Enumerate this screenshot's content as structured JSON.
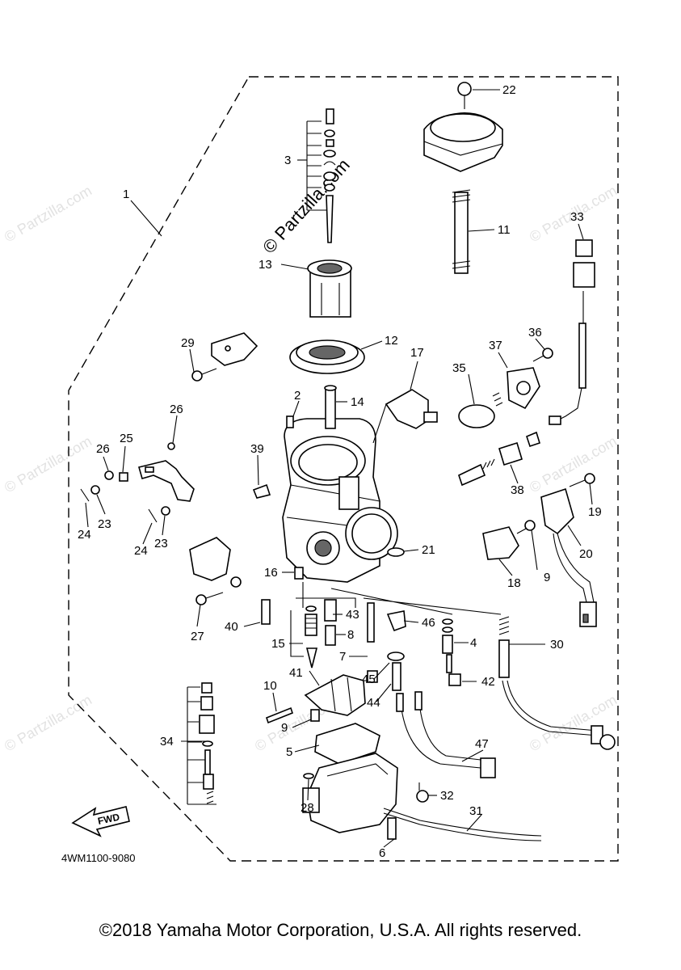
{
  "diagram_code": "4WM1100-9080",
  "copyright": "©2018 Yamaha Motor Corporation, U.S.A. All rights reserved.",
  "watermark_main": "© Partzilla.com",
  "watermark_faint": "© Partzilla.com",
  "fwd_label": "FWD",
  "callouts": [
    "1",
    "2",
    "3",
    "4",
    "5",
    "6",
    "7",
    "8",
    "9",
    "9",
    "10",
    "11",
    "12",
    "13",
    "14",
    "15",
    "16",
    "17",
    "18",
    "19",
    "20",
    "21",
    "22",
    "23",
    "23",
    "24",
    "24",
    "25",
    "26",
    "26",
    "27",
    "28",
    "29",
    "30",
    "31",
    "32",
    "33",
    "34",
    "35",
    "36",
    "37",
    "38",
    "39",
    "40",
    "41",
    "42",
    "43",
    "44",
    "45",
    "46",
    "47"
  ]
}
